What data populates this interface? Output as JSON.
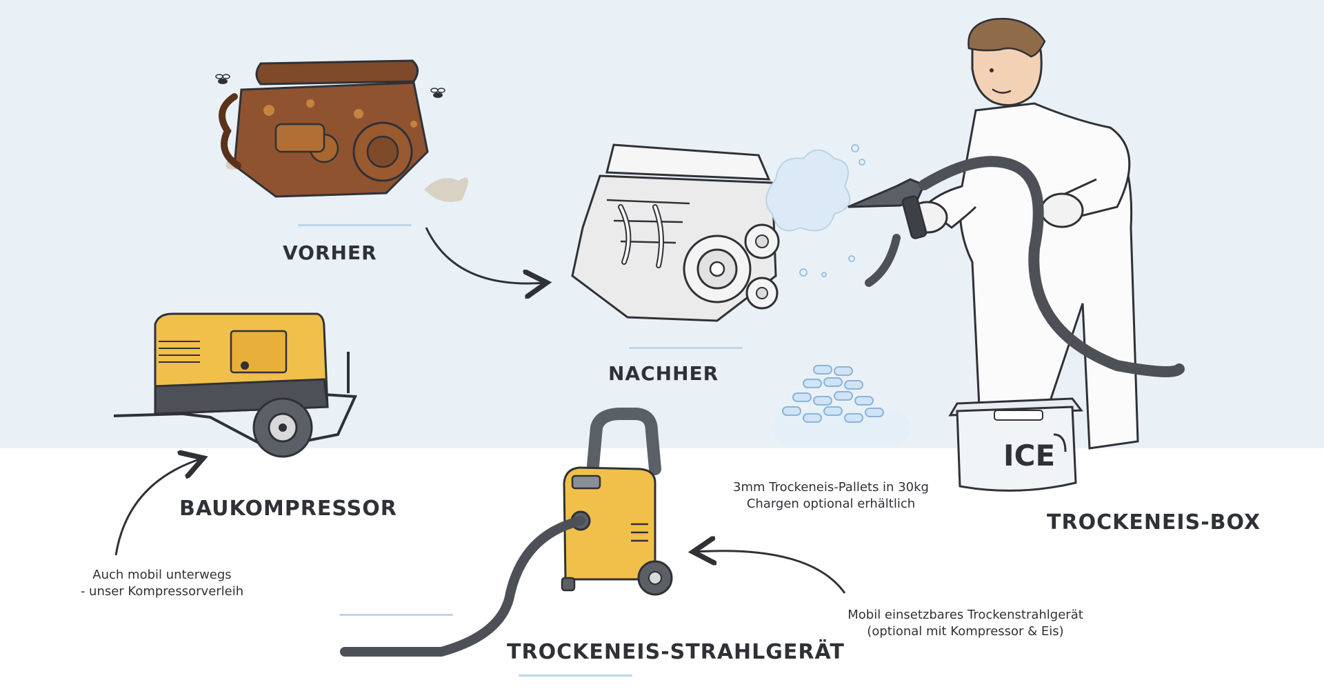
{
  "labels": {
    "before": "VORHER",
    "after": "NACHHER",
    "compressor": "BAUKOMPRESSOR",
    "blaster": "TROCKENEIS-STRAHLGERÄT",
    "ice_box": "TROCKENEIS-BOX"
  },
  "captions": {
    "compressor_line1": "Auch mobil unterwegs",
    "compressor_line2": "- unser Kompressorverleih",
    "pellets_line1": "3mm Trockeneis-Pallets in 30kg",
    "pellets_line2": "Chargen optional erhältlich",
    "blaster_line1": "Mobil einsetzbares Trockenstrahlgerät",
    "blaster_line2": "(optional mit Kompressor & Eis)"
  },
  "ice_box_text": "ICE",
  "colors": {
    "sky": "#eaf1f6",
    "rust": "#9a5a2e",
    "yellow": "#f0c04a",
    "ice_blue": "#cfe4f7",
    "outline": "#2f3136",
    "accent_rule": "#bcd6e8"
  },
  "icons": [
    "flies-icon",
    "dust-cloud-icon",
    "frost-cloud-icon",
    "dry-ice-pellets-icon",
    "wheel-icon"
  ]
}
